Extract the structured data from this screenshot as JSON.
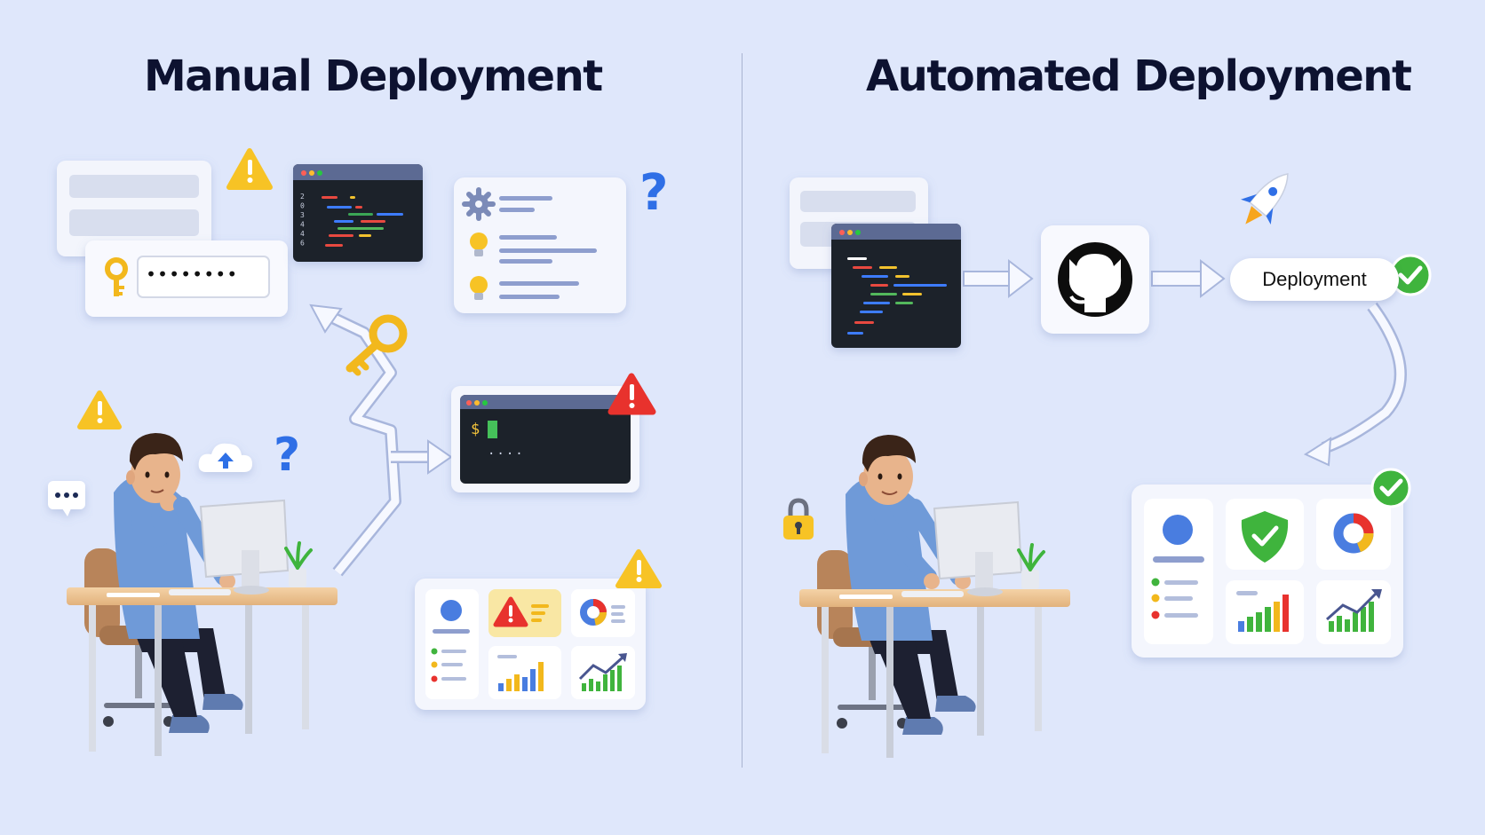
{
  "left_panel": {
    "title": "Manual Deployment",
    "password_mask": "••••••••",
    "terminal_prompt": "$",
    "terminal_dots": "....",
    "line_numbers": [
      "2",
      "0",
      "3",
      "4",
      "4",
      "6"
    ]
  },
  "right_panel": {
    "title": "Automated Deployment",
    "deployment_label": "Deployment"
  },
  "icons": {
    "left": [
      "warning-icon",
      "question-icon",
      "key-icon",
      "gear-icon",
      "lightbulb-icon",
      "cloud-upload-icon",
      "chat-bubble-icon",
      "error-warning-icon"
    ],
    "right": [
      "github-icon",
      "rocket-icon",
      "check-icon",
      "shield-check-icon",
      "lock-icon",
      "donut-chart-icon",
      "bar-chart-icon",
      "trend-chart-icon"
    ]
  },
  "colors": {
    "background": "#dfe7fb",
    "title": "#0d1230",
    "warning_yellow": "#f7c325",
    "error_red": "#e8322d",
    "success_green": "#3fb43d",
    "accent_blue": "#4a7de0",
    "code_dark": "#1d2129"
  }
}
